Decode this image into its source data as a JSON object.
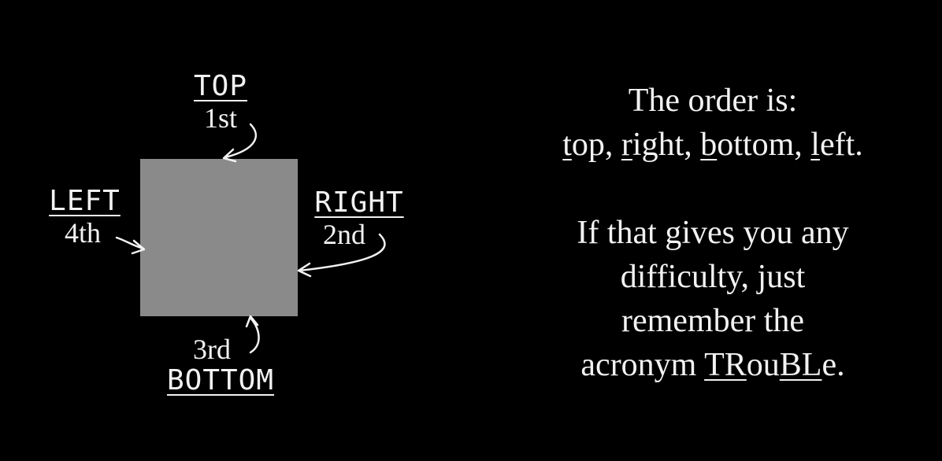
{
  "diagram": {
    "top": {
      "name": "TOP",
      "order": "1st"
    },
    "right": {
      "name": "RIGHT",
      "order": "2nd"
    },
    "bottom": {
      "name": "BOTTOM",
      "order": "3rd"
    },
    "left": {
      "name": "LEFT",
      "order": "4th"
    },
    "box_color": "#8a8a8a"
  },
  "explanation": {
    "line1": "The order is:",
    "line2": [
      "t",
      "op, ",
      "r",
      "ight, ",
      "b",
      "ottom, ",
      "l",
      "eft."
    ],
    "para2": [
      "If that gives you any",
      "difficulty, just",
      "remember the"
    ],
    "acronym_prefix": "acronym ",
    "acronym_parts": [
      "TR",
      "o",
      "u",
      "BL",
      "e",
      "."
    ]
  }
}
